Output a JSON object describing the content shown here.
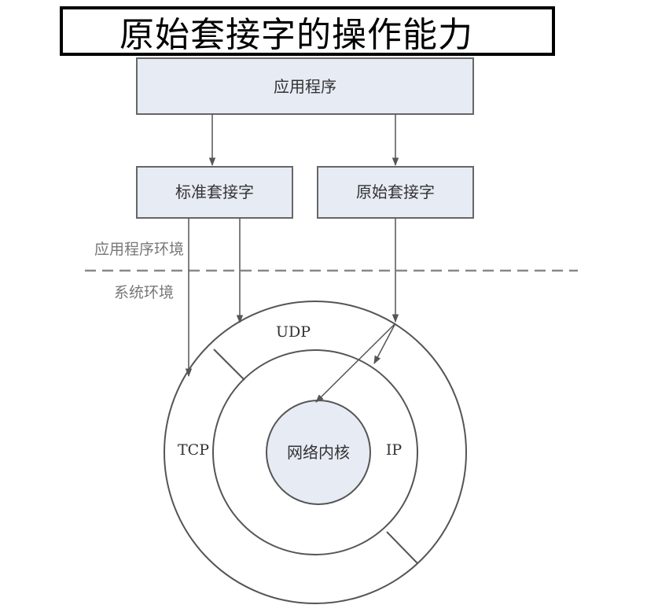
{
  "title": "原始套接字的操作能力",
  "boxes": {
    "app": "应用程序",
    "std_socket": "标准套接字",
    "raw_socket": "原始套接字"
  },
  "environments": {
    "app_env": "应用程序环境",
    "sys_env": "系统环境"
  },
  "protocols": {
    "udp": "UDP",
    "tcp": "TCP",
    "ip": "IP",
    "kernel": "网络内核"
  },
  "colors": {
    "box_fill": "#e6ebf4",
    "line": "#555555",
    "dashed": "#888888"
  }
}
